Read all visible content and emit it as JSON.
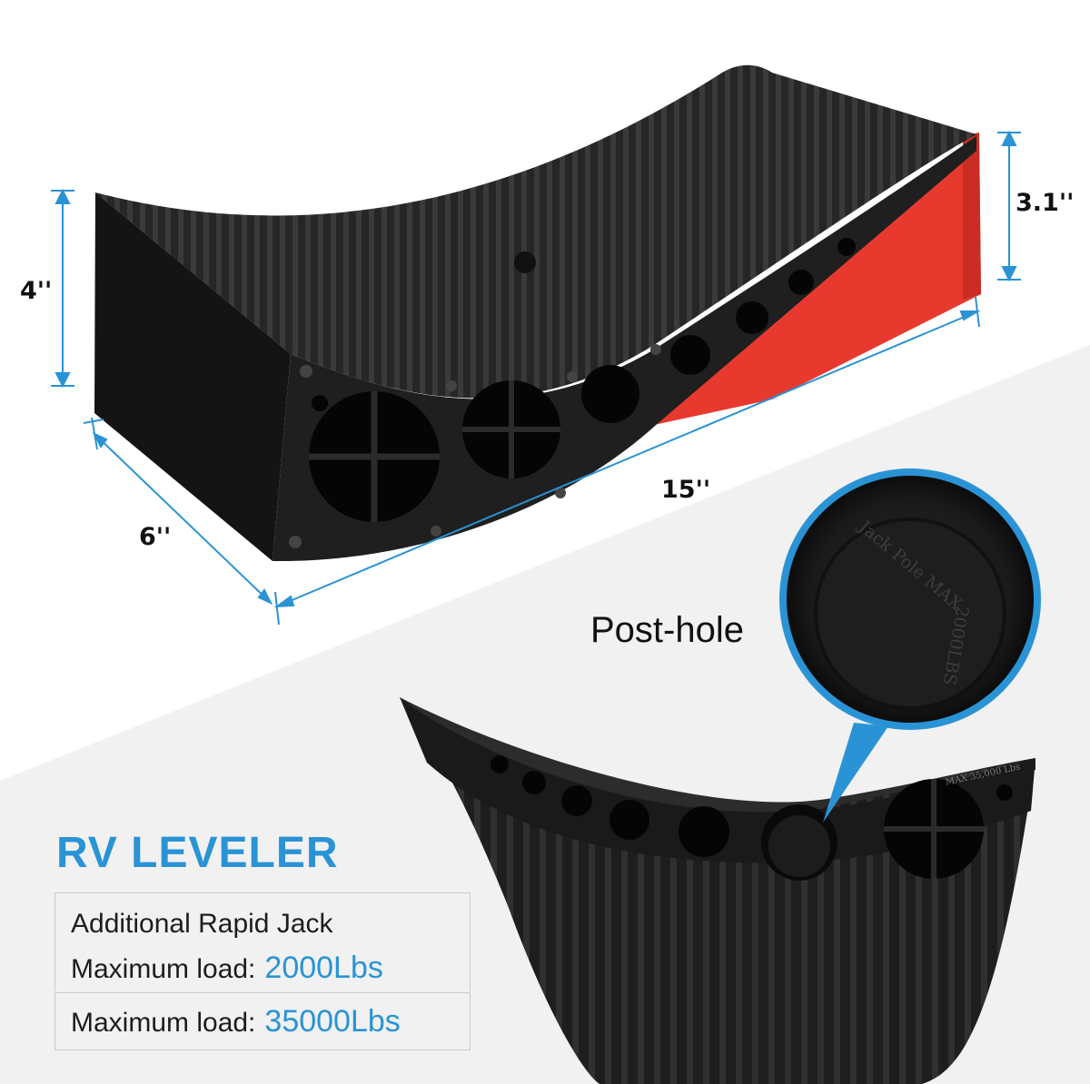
{
  "dimensions": {
    "height_front": "4''",
    "height_ramp": "3.1''",
    "length": "15''",
    "width": "6''"
  },
  "callout": {
    "label": "Post-hole"
  },
  "embossing": {
    "cap_line1": "Jack Pole MAX",
    "cap_line2": "2000LBS",
    "side_text": "MAX 35,000 Lbs"
  },
  "title": "RV LEVELER",
  "specs": {
    "line1": "Additional Rapid Jack",
    "line2_label": "Maximum load:",
    "line2_value": "2000Lbs",
    "line3_label": "Maximum load:",
    "line3_value": "35000Lbs"
  },
  "colors": {
    "accent": "#2a93d5",
    "block": "#1b1b1b",
    "ramp": "#e8392f"
  }
}
